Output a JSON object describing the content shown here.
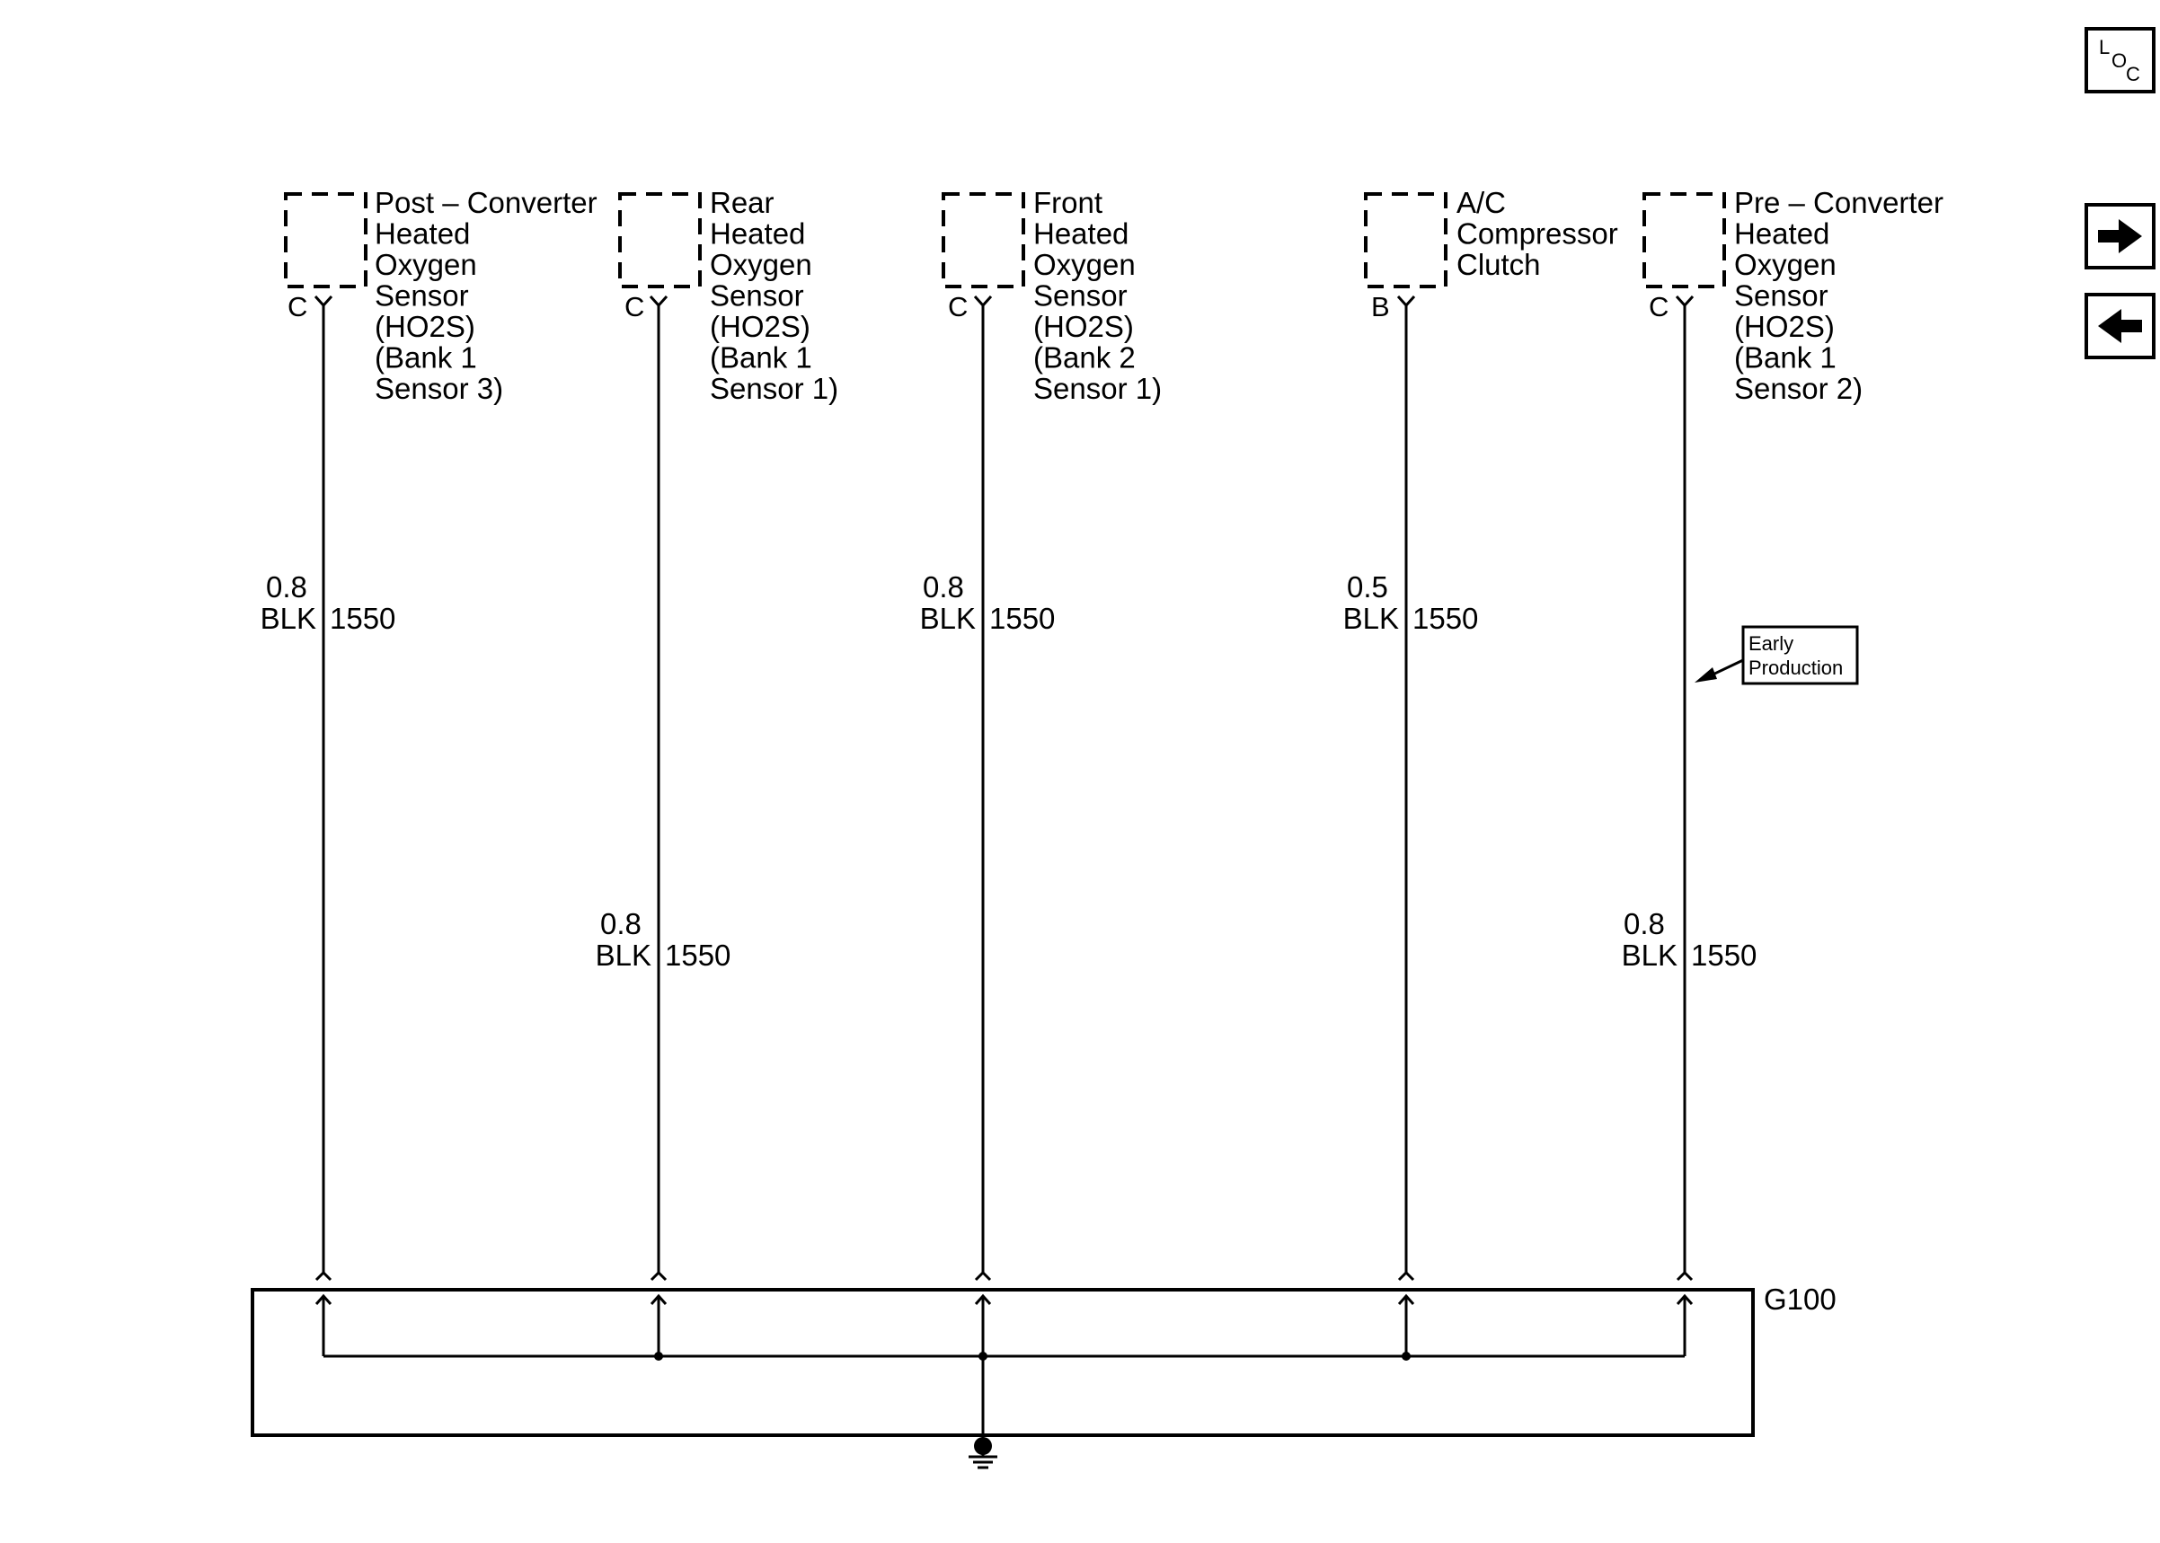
{
  "diagram": {
    "components": [
      {
        "pin": "C",
        "label": [
          "Post – Converter",
          "Heated",
          "Oxygen",
          "Sensor",
          "(HO2S)",
          "(Bank 1",
          "Sensor 3)"
        ]
      },
      {
        "pin": "C",
        "label": [
          "Rear",
          "Heated",
          "Oxygen",
          "Sensor",
          "(HO2S)",
          "(Bank 1",
          "Sensor 1)"
        ]
      },
      {
        "pin": "C",
        "label": [
          "Front",
          "Heated",
          "Oxygen",
          "Sensor",
          "(HO2S)",
          "(Bank 2",
          "Sensor 1)"
        ]
      },
      {
        "pin": "B",
        "label": [
          "A/C",
          "Compressor",
          "Clutch"
        ]
      },
      {
        "pin": "C",
        "label": [
          "Pre – Converter",
          "Heated",
          "Oxygen",
          "Sensor",
          "(HO2S)",
          "(Bank 1",
          "Sensor 2)"
        ]
      }
    ],
    "wires": [
      {
        "gauge": "0.8",
        "color": "BLK",
        "circuit": "1550"
      },
      {
        "gauge": "0.8",
        "color": "BLK",
        "circuit": "1550"
      },
      {
        "gauge": "0.8",
        "color": "BLK",
        "circuit": "1550"
      },
      {
        "gauge": "0.5",
        "color": "BLK",
        "circuit": "1550"
      },
      {
        "gauge": "0.8",
        "color": "BLK",
        "circuit": "1550"
      }
    ],
    "note": [
      "Early",
      "Production"
    ],
    "ground": "G100"
  },
  "nav": {
    "loc": {
      "l": "L",
      "o": "O",
      "c": "C"
    }
  }
}
